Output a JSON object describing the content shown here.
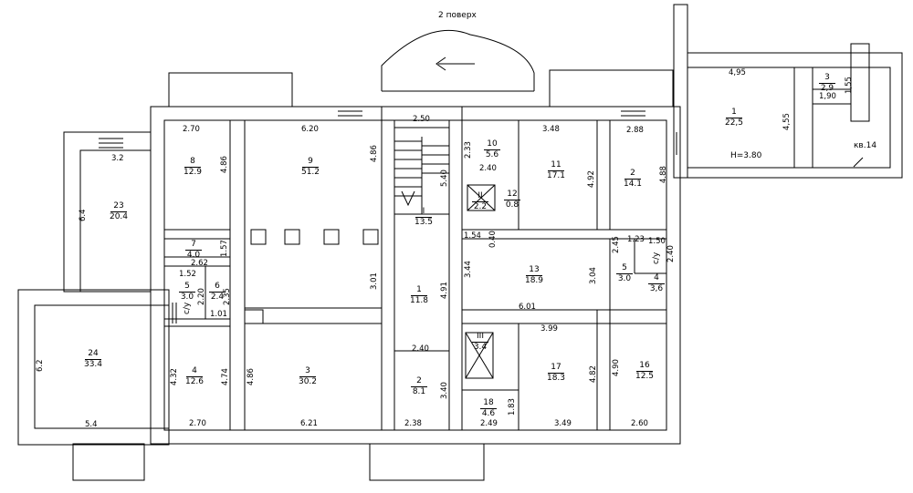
{
  "title": "2 поверх",
  "rooms": [
    {
      "id": "r1a",
      "num": "1",
      "area": "22,5"
    },
    {
      "id": "r3a",
      "num": "3",
      "area": "2,9"
    },
    {
      "id": "r8",
      "num": "8",
      "area": "12.9"
    },
    {
      "id": "r9",
      "num": "9",
      "area": "51.2"
    },
    {
      "id": "r10",
      "num": "10",
      "area": "5.6"
    },
    {
      "id": "r11",
      "num": "11",
      "area": "17.1"
    },
    {
      "id": "r2a",
      "num": "2",
      "area": "14.1"
    },
    {
      "id": "r23",
      "num": "23",
      "area": "20.4"
    },
    {
      "id": "rI",
      "num": "I",
      "area": "13.5"
    },
    {
      "id": "rII",
      "num": "II",
      "area": "2.2"
    },
    {
      "id": "r12",
      "num": "12",
      "area": "0.8"
    },
    {
      "id": "r7",
      "num": "7",
      "area": "4.0"
    },
    {
      "id": "r13",
      "num": "13",
      "area": "18.9"
    },
    {
      "id": "r5b",
      "num": "5",
      "area": "3.0"
    },
    {
      "id": "r4b",
      "num": "4",
      "area": "3,6"
    },
    {
      "id": "r5a",
      "num": "5",
      "area": "3.0"
    },
    {
      "id": "r6",
      "num": "6",
      "area": "2.4"
    },
    {
      "id": "r1b",
      "num": "1",
      "area": "11.8"
    },
    {
      "id": "r24",
      "num": "24",
      "area": "33.4"
    },
    {
      "id": "r4a",
      "num": "4",
      "area": "12.6"
    },
    {
      "id": "r3b",
      "num": "3",
      "area": "30.2"
    },
    {
      "id": "rIII",
      "num": "III",
      "area": "3.4"
    },
    {
      "id": "r17",
      "num": "17",
      "area": "18.3"
    },
    {
      "id": "r16",
      "num": "16",
      "area": "12.5"
    },
    {
      "id": "r2b",
      "num": "2",
      "area": "8.1"
    },
    {
      "id": "r18",
      "num": "18",
      "area": "4.6"
    }
  ],
  "labels": {
    "height": "H=3.80",
    "stair_code": "кв.14",
    "wc1": "с/у",
    "wc2": "с/у"
  },
  "dimensions": [
    "4,95",
    "1,55",
    "1,90",
    "4,55",
    "2.70",
    "6.20",
    "2.50",
    "3.48",
    "2.88",
    "3.2",
    "4.86",
    "4.86",
    "5.40",
    "2.33",
    "2.40",
    "4.92",
    "4.88",
    "6.4",
    "1.54",
    "0.40",
    "1.23",
    "1.50",
    "2.45",
    "2.40",
    "1.57",
    "2.62",
    "3.44",
    "3.04",
    "1.52",
    "2.20",
    "2.35",
    "1.01",
    "3.01",
    "4.91",
    "6.01",
    "3.99",
    "6.2",
    "2.40",
    "4.32",
    "4.74",
    "4.86",
    "4.82",
    "4.90",
    "3.40",
    "1.83",
    "5.4",
    "2.70",
    "6.21",
    "2.38",
    "2.49",
    "3.49",
    "2.60"
  ]
}
